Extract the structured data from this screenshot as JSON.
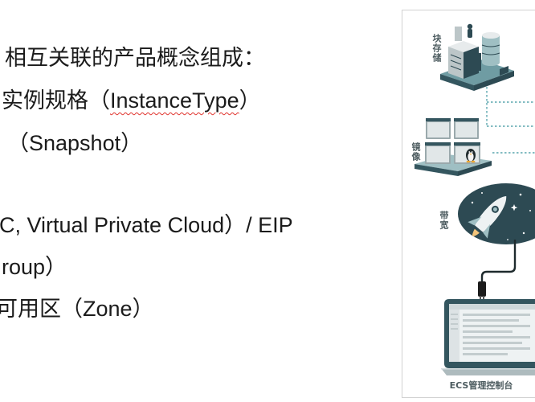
{
  "slide": {
    "text_box": {
      "lines": [
        {
          "text": "相互关联的产品概念组成："
        },
        {
          "before": "实例规格（",
          "flagged": "InstanceType",
          "after": "）"
        },
        {
          "text": "（Snapshot）"
        },
        {
          "text": "C, Virtual Private Cloud）/ EIP"
        },
        {
          "text": "roup）"
        },
        {
          "text": "可用区（Zone）"
        }
      ]
    },
    "diagram": {
      "items": [
        {
          "label": "块存储",
          "icon": "block-storage-icon"
        },
        {
          "label": "镜像",
          "icon": "image-windows-icon"
        },
        {
          "label": "带宽",
          "icon": "rocket-icon"
        },
        {
          "label": "ECS管理控制台",
          "icon": "monitor-icon"
        }
      ],
      "connector_icon": "plug-icon"
    }
  },
  "colors": {
    "text": "#1b1b1b",
    "frame_border": "#d2d2d2",
    "teal_deep": "#2d4a53",
    "teal_dark": "#34565f",
    "teal_mid": "#6f9ca3",
    "teal_light": "#9fbfc3",
    "gray_light": "#e7ebec",
    "gray_mid": "#bcc6c8",
    "connector_dash": "#5aa6ae",
    "label": "#4d5c60",
    "spellcheck_flag": "#e0322c"
  }
}
